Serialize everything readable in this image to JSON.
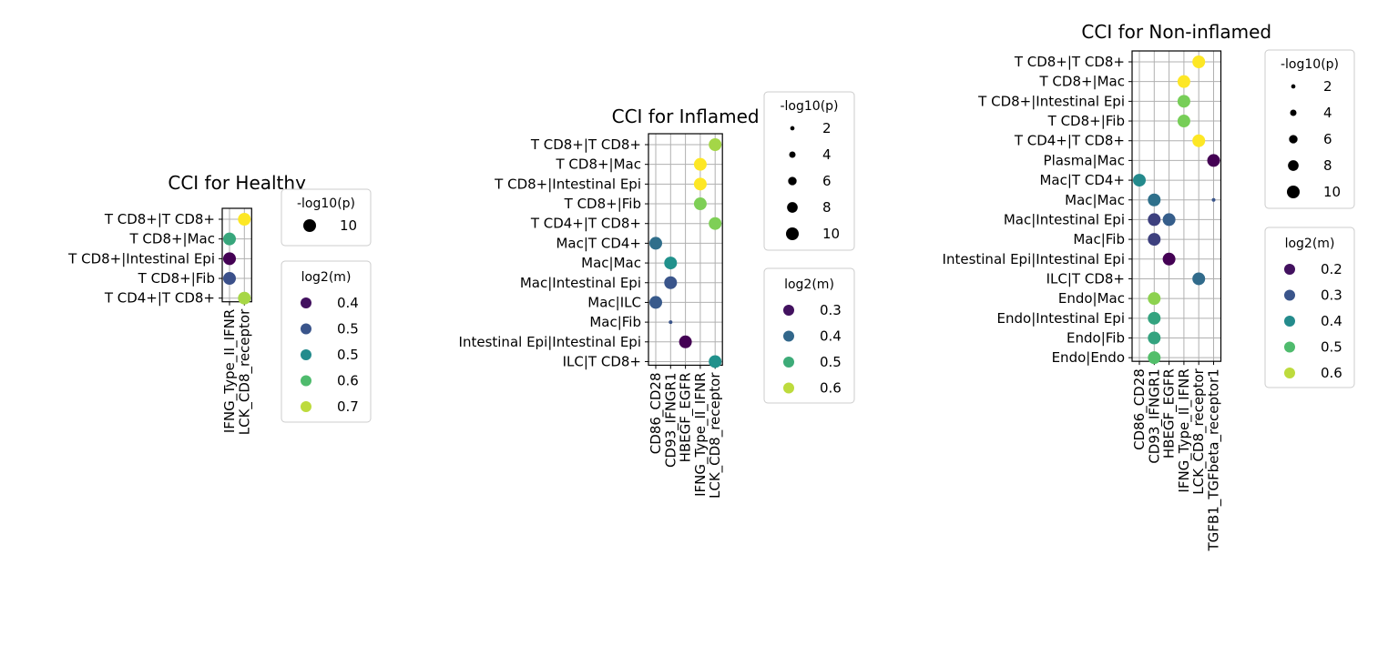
{
  "chart_data": [
    {
      "type": "scatter",
      "title": "CCI for Healthy",
      "x_categories": [
        "IFNG_Type_II_IFNR",
        "LCK_CD8_receptor"
      ],
      "y_categories": [
        "T CD8+|T CD8+",
        "T CD8+|Mac",
        "T CD8+|Intestinal Epi",
        "T CD8+|Fib",
        "T CD4+|T CD8+"
      ],
      "grid": true,
      "points": [
        {
          "x": "LCK_CD8_receptor",
          "y": "T CD8+|T CD8+",
          "log2m": 0.75,
          "neglog10p": 10
        },
        {
          "x": "IFNG_Type_II_IFNR",
          "y": "T CD8+|Mac",
          "log2m": 0.6,
          "neglog10p": 10
        },
        {
          "x": "IFNG_Type_II_IFNR",
          "y": "T CD8+|Intestinal Epi",
          "log2m": 0.38,
          "neglog10p": 10
        },
        {
          "x": "IFNG_Type_II_IFNR",
          "y": "T CD8+|Fib",
          "log2m": 0.47,
          "neglog10p": 10
        },
        {
          "x": "LCK_CD8_receptor",
          "y": "T CD4+|T CD8+",
          "log2m": 0.7,
          "neglog10p": 10
        }
      ],
      "size_legend": {
        "title": "-log10(p)",
        "values": [
          "10"
        ]
      },
      "color_legend": {
        "title": "log2(m)",
        "values": [
          "0.4",
          "0.5",
          "0.5",
          "0.6",
          "0.7"
        ]
      },
      "color_range": [
        0.38,
        0.75
      ]
    },
    {
      "type": "scatter",
      "title": "CCI for Inflamed",
      "x_categories": [
        "CD86_CD28",
        "CD93_IFNGR1",
        "HBEGF_EGFR",
        "IFNG_Type_II_IFNR",
        "LCK_CD8_receptor"
      ],
      "y_categories": [
        "T CD8+|T CD8+",
        "T CD8+|Mac",
        "T CD8+|Intestinal Epi",
        "T CD8+|Fib",
        "T CD4+|T CD8+",
        "Mac|T CD4+",
        "Mac|Mac",
        "Mac|Intestinal Epi",
        "Mac|ILC",
        "Mac|Fib",
        "Intestinal Epi|Intestinal Epi",
        "ILC|T CD8+"
      ],
      "grid": true,
      "points": [
        {
          "x": "LCK_CD8_receptor",
          "y": "T CD8+|T CD8+",
          "log2m": 0.63,
          "neglog10p": 10
        },
        {
          "x": "IFNG_Type_II_IFNR",
          "y": "T CD8+|Mac",
          "log2m": 0.7,
          "neglog10p": 10
        },
        {
          "x": "IFNG_Type_II_IFNR",
          "y": "T CD8+|Intestinal Epi",
          "log2m": 0.7,
          "neglog10p": 10
        },
        {
          "x": "IFNG_Type_II_IFNR",
          "y": "T CD8+|Fib",
          "log2m": 0.6,
          "neglog10p": 10
        },
        {
          "x": "LCK_CD8_receptor",
          "y": "T CD4+|T CD8+",
          "log2m": 0.6,
          "neglog10p": 10
        },
        {
          "x": "CD86_CD28",
          "y": "Mac|T CD4+",
          "log2m": 0.38,
          "neglog10p": 10
        },
        {
          "x": "CD93_IFNGR1",
          "y": "Mac|Mac",
          "log2m": 0.45,
          "neglog10p": 10
        },
        {
          "x": "CD93_IFNGR1",
          "y": "Mac|Intestinal Epi",
          "log2m": 0.33,
          "neglog10p": 10
        },
        {
          "x": "CD86_CD28",
          "y": "Mac|ILC",
          "log2m": 0.34,
          "neglog10p": 10
        },
        {
          "x": "CD93_IFNGR1",
          "y": "Mac|Fib",
          "log2m": 0.33,
          "neglog10p": 1.4
        },
        {
          "x": "HBEGF_EGFR",
          "y": "Intestinal Epi|Intestinal Epi",
          "log2m": 0.2,
          "neglog10p": 10
        },
        {
          "x": "LCK_CD8_receptor",
          "y": "ILC|T CD8+",
          "log2m": 0.45,
          "neglog10p": 10
        }
      ],
      "size_legend": {
        "title": "-log10(p)",
        "values": [
          "2",
          "4",
          "6",
          "8",
          "10"
        ]
      },
      "color_legend": {
        "title": "log2(m)",
        "values": [
          "0.3",
          "0.4",
          "0.5",
          "0.6"
        ]
      },
      "color_range": [
        0.2,
        0.7
      ]
    },
    {
      "type": "scatter",
      "title": "CCI for Non-inflamed",
      "x_categories": [
        "CD86_CD28",
        "CD93_IFNGR1",
        "HBEGF_EGFR",
        "IFNG_Type_II_IFNR",
        "LCK_CD8_receptor",
        "TGFB1_TGFbeta_receptor1"
      ],
      "y_categories": [
        "T CD8+|T CD8+",
        "T CD8+|Mac",
        "T CD8+|Intestinal Epi",
        "T CD8+|Fib",
        "T CD4+|T CD8+",
        "Plasma|Mac",
        "Mac|T CD4+",
        "Mac|Mac",
        "Mac|Intestinal Epi",
        "Mac|Fib",
        "Intestinal Epi|Intestinal Epi",
        "ILC|T CD8+",
        "Endo|Mac",
        "Endo|Intestinal Epi",
        "Endo|Fib",
        "Endo|Endo"
      ],
      "grid": true,
      "points": [
        {
          "x": "LCK_CD8_receptor",
          "y": "T CD8+|T CD8+",
          "log2m": 0.72,
          "neglog10p": 10
        },
        {
          "x": "IFNG_Type_II_IFNR",
          "y": "T CD8+|Mac",
          "log2m": 0.72,
          "neglog10p": 10
        },
        {
          "x": "IFNG_Type_II_IFNR",
          "y": "T CD8+|Intestinal Epi",
          "log2m": 0.6,
          "neglog10p": 10
        },
        {
          "x": "IFNG_Type_II_IFNR",
          "y": "T CD8+|Fib",
          "log2m": 0.6,
          "neglog10p": 10
        },
        {
          "x": "LCK_CD8_receptor",
          "y": "T CD4+|T CD8+",
          "log2m": 0.72,
          "neglog10p": 10
        },
        {
          "x": "TGFB1_TGFbeta_receptor1",
          "y": "Plasma|Mac",
          "log2m": 0.15,
          "neglog10p": 10
        },
        {
          "x": "CD86_CD28",
          "y": "Mac|T CD4+",
          "log2m": 0.42,
          "neglog10p": 10
        },
        {
          "x": "CD93_IFNGR1",
          "y": "Mac|Mac",
          "log2m": 0.36,
          "neglog10p": 10
        },
        {
          "x": "CD93_IFNGR1",
          "y": "Mac|Intestinal Epi",
          "log2m": 0.26,
          "neglog10p": 10
        },
        {
          "x": "HBEGF_EGFR",
          "y": "Mac|Intestinal Epi",
          "log2m": 0.32,
          "neglog10p": 10
        },
        {
          "x": "TGFB1_TGFbeta_receptor1",
          "y": "Mac|Mac",
          "log2m": 0.3,
          "neglog10p": 1.4
        },
        {
          "x": "CD93_IFNGR1",
          "y": "Mac|Fib",
          "log2m": 0.26,
          "neglog10p": 10
        },
        {
          "x": "HBEGF_EGFR",
          "y": "Intestinal Epi|Intestinal Epi",
          "log2m": 0.15,
          "neglog10p": 10
        },
        {
          "x": "LCK_CD8_receptor",
          "y": "ILC|T CD8+",
          "log2m": 0.35,
          "neglog10p": 10
        },
        {
          "x": "CD93_IFNGR1",
          "y": "Endo|Mac",
          "log2m": 0.62,
          "neglog10p": 10
        },
        {
          "x": "CD93_IFNGR1",
          "y": "Endo|Intestinal Epi",
          "log2m": 0.48,
          "neglog10p": 10
        },
        {
          "x": "CD93_IFNGR1",
          "y": "Endo|Fib",
          "log2m": 0.48,
          "neglog10p": 10
        },
        {
          "x": "CD93_IFNGR1",
          "y": "Endo|Endo",
          "log2m": 0.55,
          "neglog10p": 10
        }
      ],
      "size_legend": {
        "title": "-log10(p)",
        "values": [
          "2",
          "4",
          "6",
          "8",
          "10"
        ]
      },
      "color_legend": {
        "title": "log2(m)",
        "values": [
          "0.2",
          "0.3",
          "0.4",
          "0.5",
          "0.6"
        ]
      },
      "color_range": [
        0.15,
        0.72
      ]
    }
  ],
  "colors": {
    "viridis": [
      "#440154",
      "#3b528b",
      "#21918c",
      "#5ec962",
      "#fde725"
    ],
    "grid": "#b0b0b0",
    "legend_border": "#cccccc"
  }
}
